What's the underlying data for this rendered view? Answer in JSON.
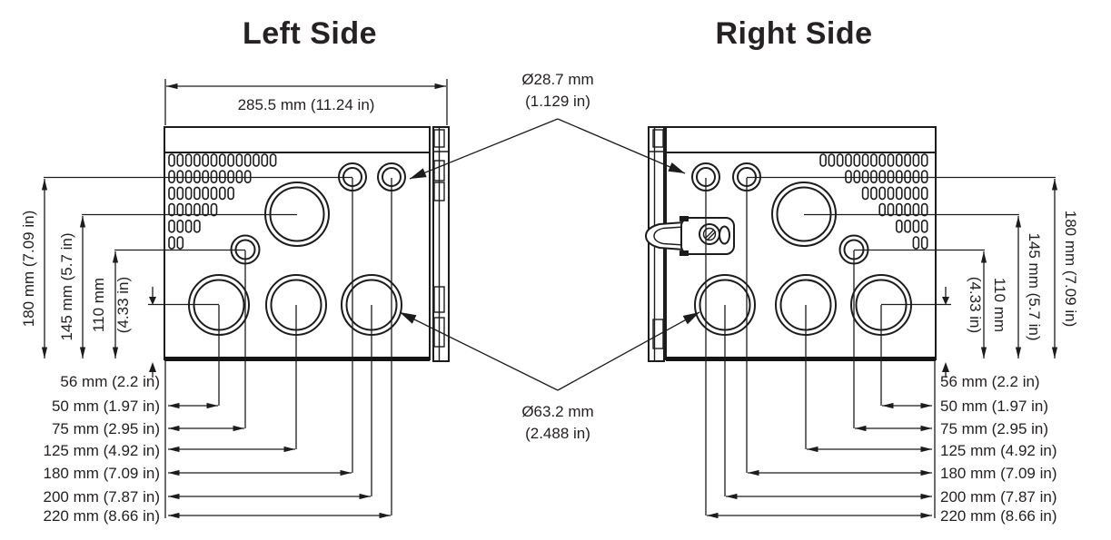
{
  "colors": {
    "ink": "#231f20",
    "line": "#1c1c1c",
    "background": "#ffffff"
  },
  "titles": {
    "left": "Left Side",
    "right": "Right Side"
  },
  "callouts": {
    "top_diameter": {
      "mm": "Ø28.7 mm",
      "inch": "(1.129 in)"
    },
    "bottom_diameter": {
      "mm": "Ø63.2 mm",
      "inch": "(2.488 in)"
    }
  },
  "left_view": {
    "width": "285.5 mm (11.24 in)",
    "height_dims": {
      "h180": "180 mm (7.09 in)",
      "h145": "145 mm (5.7 in)",
      "h110_mm": "110 mm",
      "h110_in": "(4.33 in)"
    },
    "bottom_dims": [
      "56 mm (2.2 in)",
      "50 mm (1.97 in)",
      "75 mm (2.95 in)",
      "125 mm (4.92 in)",
      "180 mm (7.09 in)",
      "200 mm (7.87 in)",
      "220 mm (8.66 in)"
    ]
  },
  "right_view": {
    "height_dims": {
      "h180": "180 mm (7.09 in)",
      "h145": "145 mm (5.7 in)",
      "h110_mm": "110 mm",
      "h110_in": "(4.33 in)"
    },
    "bottom_dims": [
      "56 mm (2.2 in)",
      "50 mm (1.97 in)",
      "75 mm (2.95 in)",
      "125 mm (4.92 in)",
      "180 mm (7.09 in)",
      "200 mm (7.87 in)",
      "220 mm (8.66 in)"
    ]
  }
}
